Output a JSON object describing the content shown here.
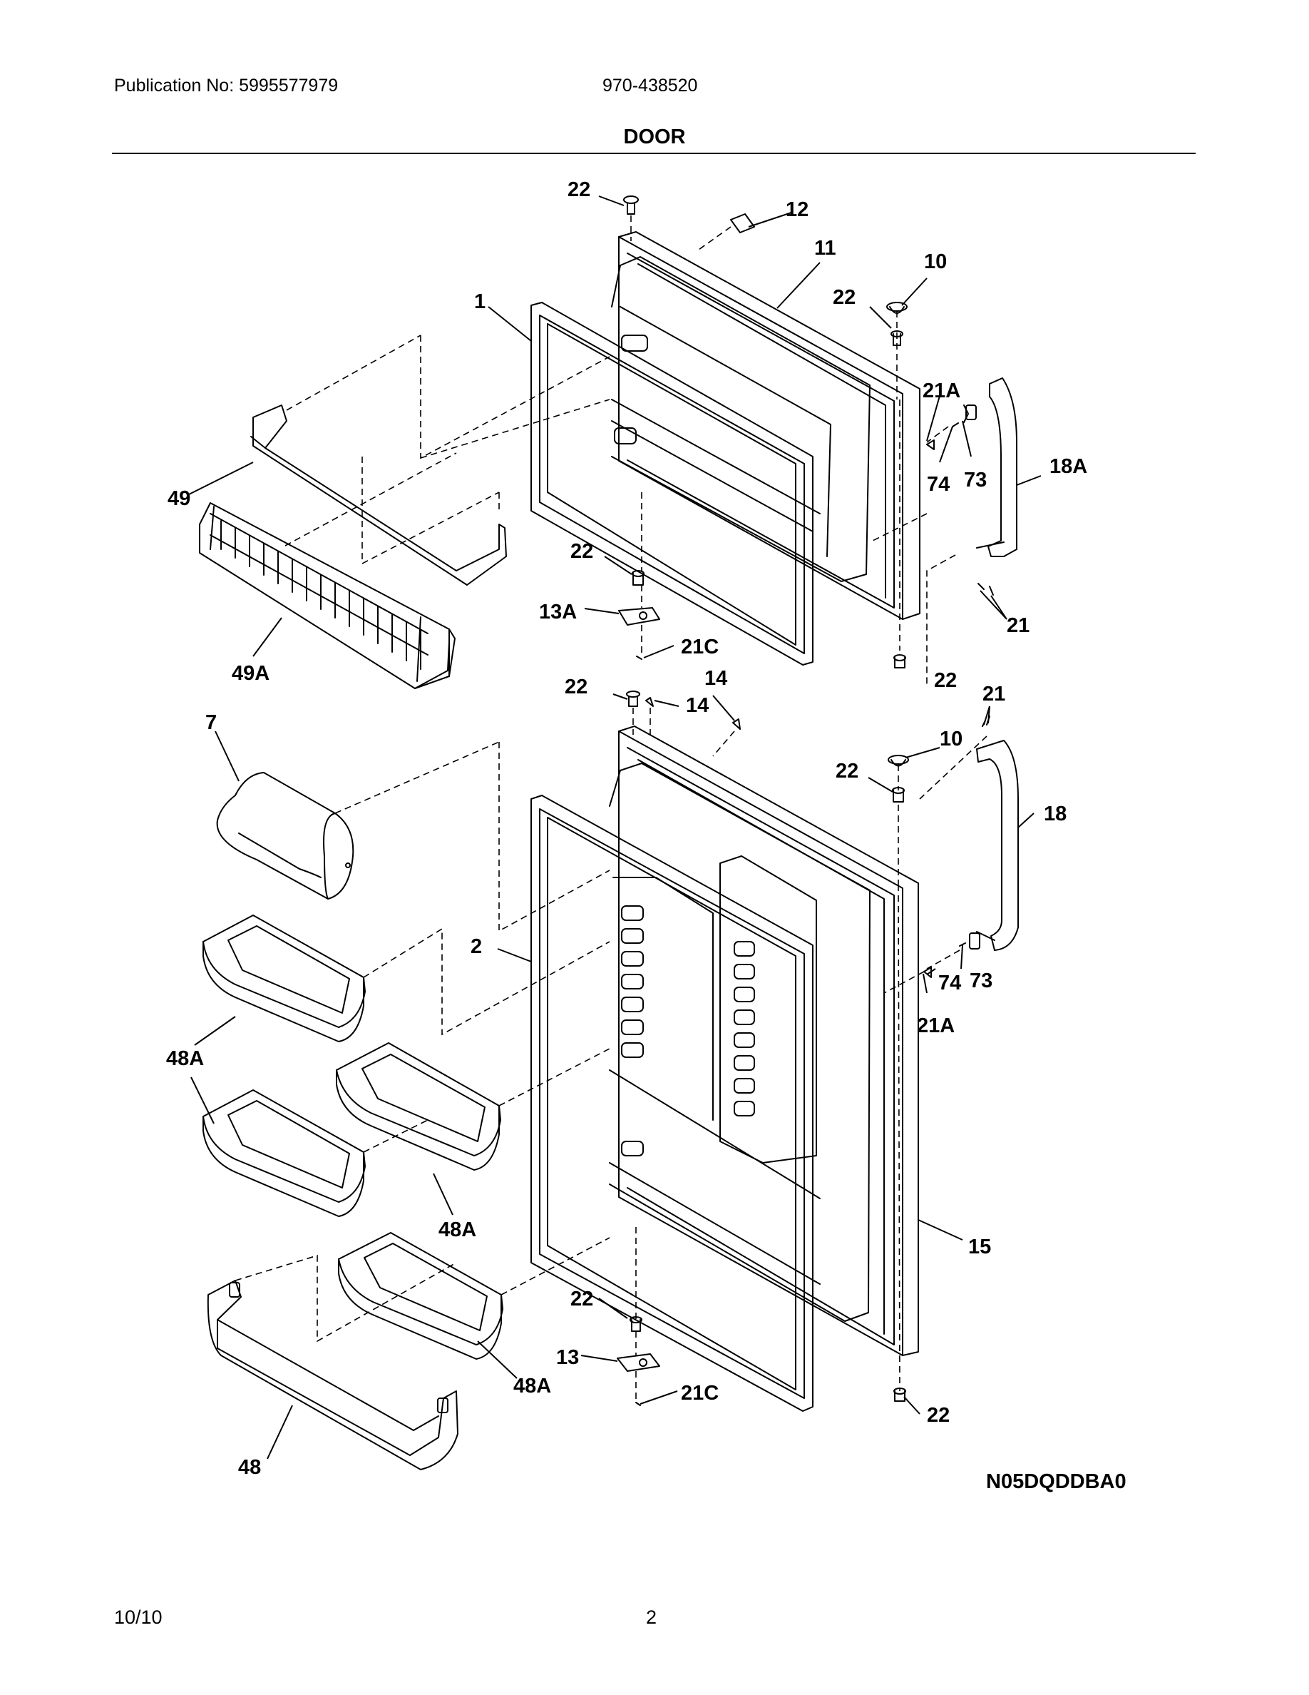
{
  "header": {
    "publication": "Publication No: 5995577979",
    "model": "970-438520",
    "title": "DOOR"
  },
  "callouts": [
    {
      "id": "c22a",
      "text": "22"
    },
    {
      "id": "c12",
      "text": "12"
    },
    {
      "id": "c11",
      "text": "11"
    },
    {
      "id": "c10a",
      "text": "10"
    },
    {
      "id": "c22b",
      "text": "22"
    },
    {
      "id": "c1",
      "text": "1"
    },
    {
      "id": "c21Aa",
      "text": "21A"
    },
    {
      "id": "c74a",
      "text": "74"
    },
    {
      "id": "c73a",
      "text": "73"
    },
    {
      "id": "c18A",
      "text": "18A"
    },
    {
      "id": "c49",
      "text": "49"
    },
    {
      "id": "c22c",
      "text": "22"
    },
    {
      "id": "c13A",
      "text": "13A"
    },
    {
      "id": "c21a",
      "text": "21"
    },
    {
      "id": "c21Ca",
      "text": "21C"
    },
    {
      "id": "c49A",
      "text": "49A"
    },
    {
      "id": "c22d",
      "text": "22"
    },
    {
      "id": "c14a",
      "text": "14"
    },
    {
      "id": "c22e",
      "text": "22"
    },
    {
      "id": "c14b",
      "text": "14"
    },
    {
      "id": "c21b",
      "text": "21"
    },
    {
      "id": "c7",
      "text": "7"
    },
    {
      "id": "c10b",
      "text": "10"
    },
    {
      "id": "c22f",
      "text": "22"
    },
    {
      "id": "c18",
      "text": "18"
    },
    {
      "id": "c2",
      "text": "2"
    },
    {
      "id": "c74b",
      "text": "74"
    },
    {
      "id": "c73b",
      "text": "73"
    },
    {
      "id": "c21Ab",
      "text": "21A"
    },
    {
      "id": "c48Aa",
      "text": "48A"
    },
    {
      "id": "c48Ab",
      "text": "48A"
    },
    {
      "id": "c15",
      "text": "15"
    },
    {
      "id": "c22g",
      "text": "22"
    },
    {
      "id": "c13",
      "text": "13"
    },
    {
      "id": "c48Ac",
      "text": "48A"
    },
    {
      "id": "c21Cb",
      "text": "21C"
    },
    {
      "id": "c22h",
      "text": "22"
    },
    {
      "id": "c48",
      "text": "48"
    }
  ],
  "diagram_code": "N05DQDDBA0",
  "footer": {
    "date": "10/10",
    "page": "2"
  }
}
